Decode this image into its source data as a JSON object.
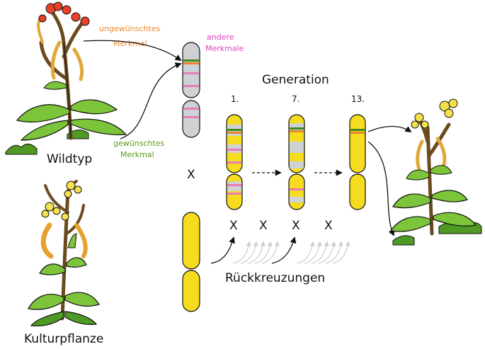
{
  "labels": {
    "wildtype": "Wildtyp",
    "crop": "Kulturpflanze",
    "undesired": [
      "ungewünschtes",
      "Merkmal"
    ],
    "desired": [
      "gewünschtes",
      "Merkmal"
    ],
    "other": [
      "andere",
      "Merkmale"
    ],
    "generation": "Generation",
    "backcross": "Rückkreuzungen",
    "cross_symbol": "X"
  },
  "generations": [
    {
      "num": "1."
    },
    {
      "num": "7."
    },
    {
      "num": "13."
    }
  ],
  "colors": {
    "undesired": "#f08a24",
    "desired": "#5a9a1a",
    "other": "#e040c0",
    "yellow": "#f6dc1e",
    "gray": "#cfd2d4",
    "stripe_pink": "#e87ab8",
    "stripe_green": "#3e8a22",
    "stripe_orange": "#e8872a",
    "leaf": "#7cc43a",
    "flower_red": "#e8402a",
    "flower_yellow": "#f3e04a",
    "grass": "#4f9a24"
  }
}
